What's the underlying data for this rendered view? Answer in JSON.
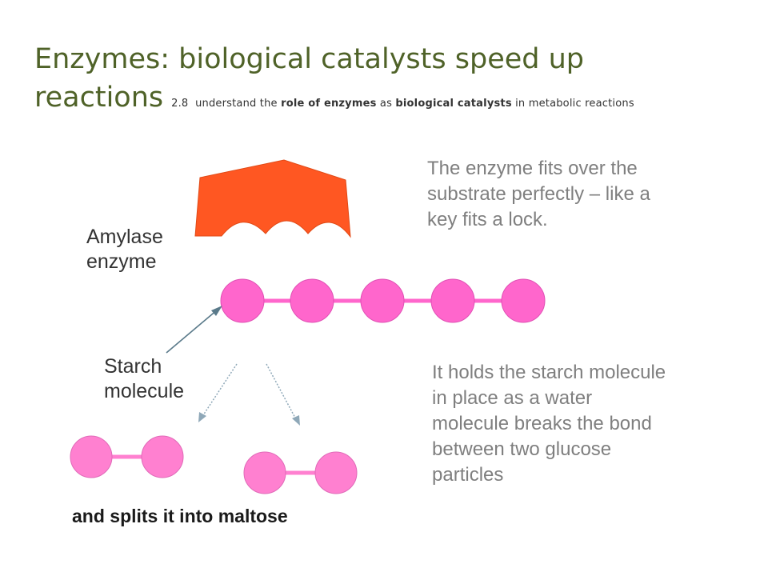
{
  "slide": {
    "title": "Enzymes: biological catalysts speed up reactions",
    "spec_number": "2.8",
    "spec_text_1": "understand the",
    "spec_bold_1": "role of enzymes",
    "spec_text_2": "as",
    "spec_bold_2": "biological catalysts",
    "spec_text_3": "in metabolic reactions"
  },
  "labels": {
    "amylase": "Amylase enzyme",
    "starch": "Starch molecule",
    "maltose": "and splits it into maltose"
  },
  "captions": {
    "fit": "The enzyme fits over the substrate perfectly – like a key fits a lock.",
    "holds": "It holds the starch molecule in place as a water molecule breaks the bond between two glucose particles"
  },
  "colors": {
    "title": "#4f6228",
    "enzyme": "#ff5722",
    "glucose": "#ff66cc",
    "maltose": "#ff80d0",
    "caption": "#7f7f7f",
    "arrow": "#5a7a8a"
  }
}
